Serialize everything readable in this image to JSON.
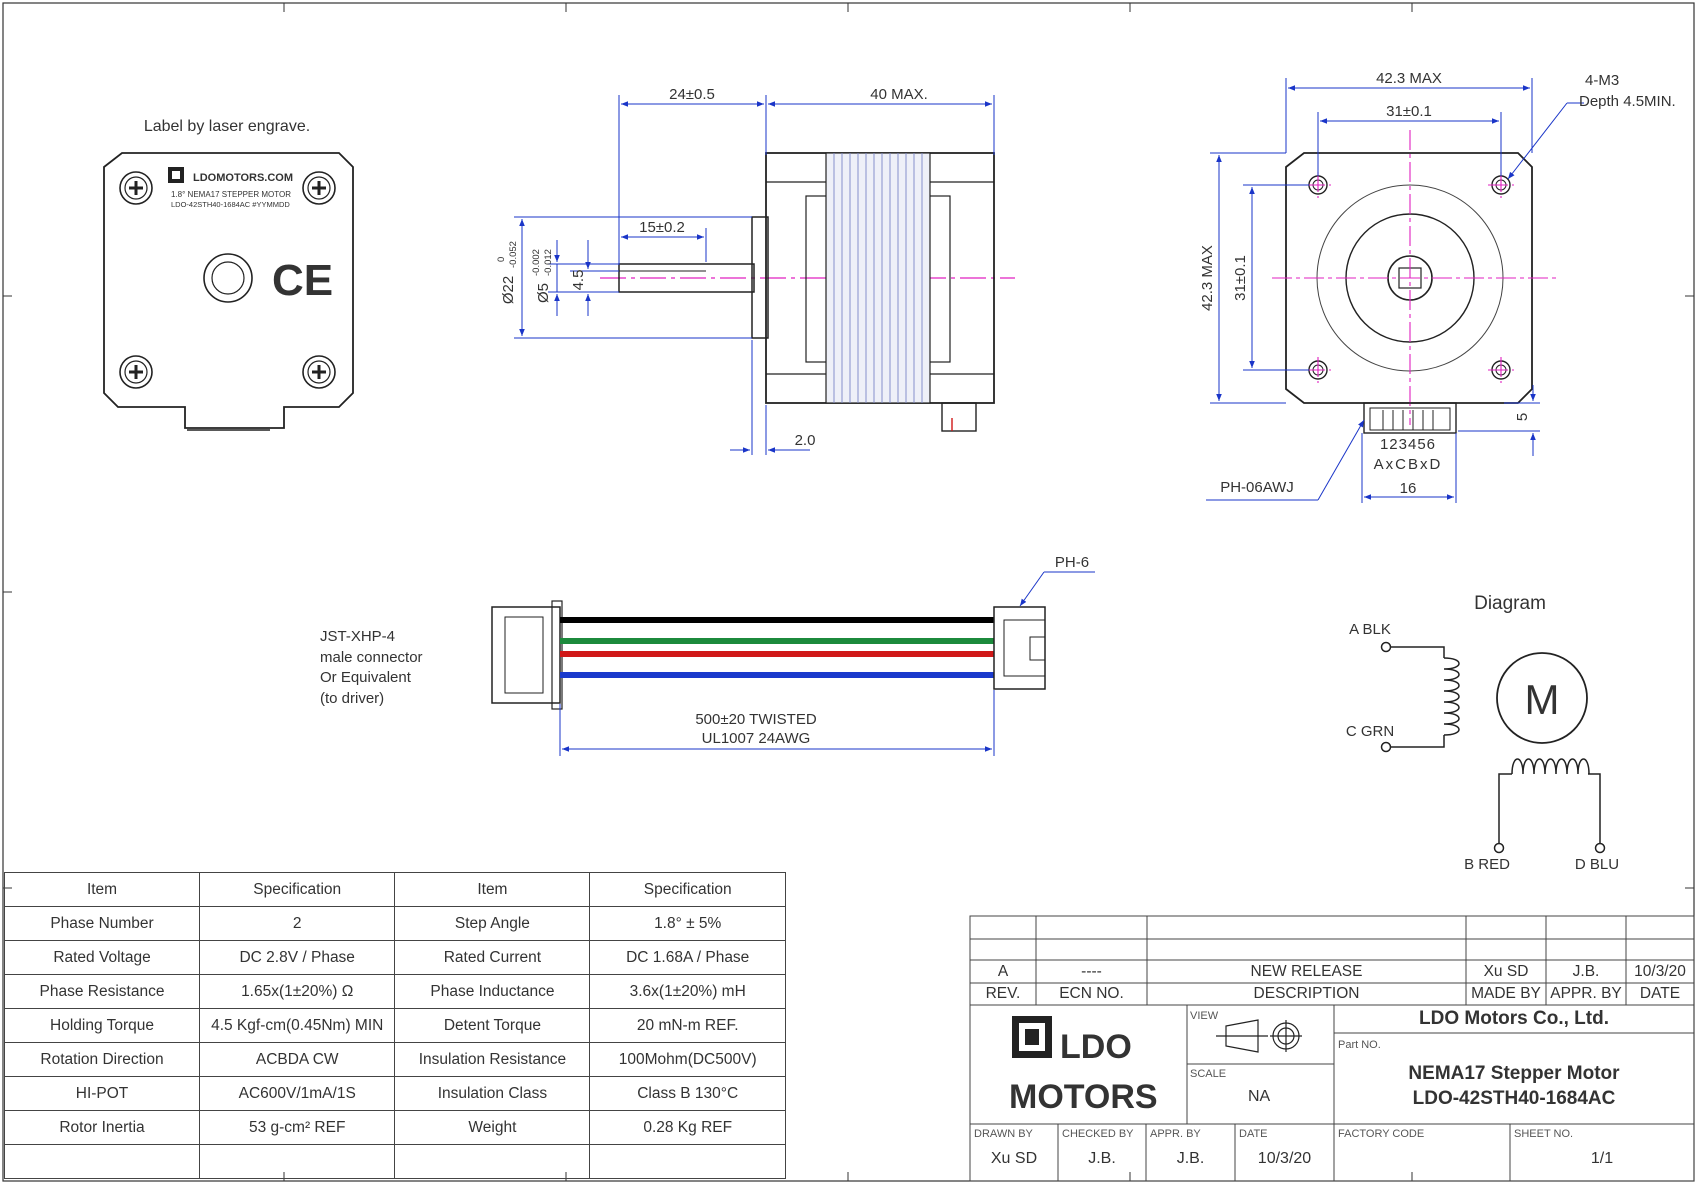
{
  "notes": {
    "laser_label": "Label by laser engrave.",
    "label_brand": "LDOMOTORS.COM",
    "label_line1": "1.8° NEMA17 STEPPER MOTOR",
    "label_line2": "LDO-42STH40-1684AC  #YYMMDD",
    "ce_mark": "CE"
  },
  "side_view": {
    "dim_24": "24±0.5",
    "dim_40": "40 MAX.",
    "dim_15": "15±0.2",
    "dim_2": "2.0",
    "dim_22": "Ø22",
    "dim_22_tol_top": "0",
    "dim_22_tol_bot": "-0.052",
    "dim_5": "Ø5",
    "dim_5_tol_top": "-0.002",
    "dim_5_tol_bot": "-0.012",
    "dim_45": "4.5"
  },
  "front_view": {
    "dim_423_h": "42.3 MAX",
    "dim_31_h": "31±0.1",
    "dim_423_v": "42.3 MAX",
    "dim_31_v": "31±0.1",
    "m3_line1": "4-M3",
    "m3_line2": "Depth 4.5MIN.",
    "pins_num": "123456",
    "pins_letter": "AxCBxD",
    "connector": "PH-06AWJ",
    "dim_16": "16",
    "dim_5": "5"
  },
  "cable": {
    "ph6": "PH-6",
    "jst_line1": "JST-XHP-4",
    "jst_line2": "male connector",
    "jst_line3": "Or Equivalent",
    "jst_line4": "(to driver)",
    "length_line1": "500±20 TWISTED",
    "length_line2": "UL1007 24AWG",
    "wire_colors": [
      "#000000",
      "#1c8a3c",
      "#d01818",
      "#1a3acc"
    ]
  },
  "diagram": {
    "title": "Diagram",
    "a": "A BLK",
    "c": "C GRN",
    "b": "B RED",
    "d": "D BLU",
    "motor": "M"
  },
  "spec_table": {
    "headers": [
      "Item",
      "Specification",
      "Item",
      "Specification"
    ],
    "rows": [
      [
        "Phase Number",
        "2",
        "Step Angle",
        "1.8° ± 5%"
      ],
      [
        "Rated Voltage",
        "DC 2.8V / Phase",
        "Rated Current",
        "DC 1.68A / Phase"
      ],
      [
        "Phase Resistance",
        "1.65x(1±20%) Ω",
        "Phase Inductance",
        "3.6x(1±20%) mH"
      ],
      [
        "Holding Torque",
        "4.5 Kgf-cm(0.45Nm) MIN",
        "Detent Torque",
        "20 mN-m REF."
      ],
      [
        "Rotation Direction",
        "ACBDA CW",
        "Insulation Resistance",
        "100Mohm(DC500V)"
      ],
      [
        "HI-POT",
        "AC600V/1mA/1S",
        "Insulation Class",
        "Class B 130°C"
      ],
      [
        "Rotor Inertia",
        "53 g-cm² REF",
        "Weight",
        "0.28 Kg REF"
      ],
      [
        "",
        "",
        "",
        ""
      ]
    ]
  },
  "title_block": {
    "revision": {
      "rev": "A",
      "ecn": "----",
      "description": "NEW RELEASE",
      "made_by": "Xu SD",
      "appr_by": "J.B.",
      "date": "10/3/20"
    },
    "headers": {
      "rev": "REV.",
      "ecn": "ECN NO.",
      "description": "DESCRIPTION",
      "made_by": "MADE BY",
      "appr_by": "APPR. BY",
      "date": "DATE"
    },
    "logo_line1": "LDO",
    "logo_line2": "MOTORS",
    "view_label": "VIEW",
    "scale_label": "SCALE",
    "scale_value": "NA",
    "company": "LDO Motors Co., Ltd.",
    "part_no_label": "Part NO.",
    "part_line1": "NEMA17 Stepper Motor",
    "part_line2": "LDO-42STH40-1684AC",
    "drawn_by_label": "DRAWN BY",
    "drawn_by": "Xu SD",
    "checked_by_label": "CHECKED BY",
    "checked_by": "J.B.",
    "appr_by_label": "APPR. BY",
    "appr_by": "J.B.",
    "date_label": "DATE",
    "date": "10/3/20",
    "factory_code_label": "FACTORY CODE",
    "sheet_no_label": "SHEET NO.",
    "sheet_no": "1/1"
  }
}
